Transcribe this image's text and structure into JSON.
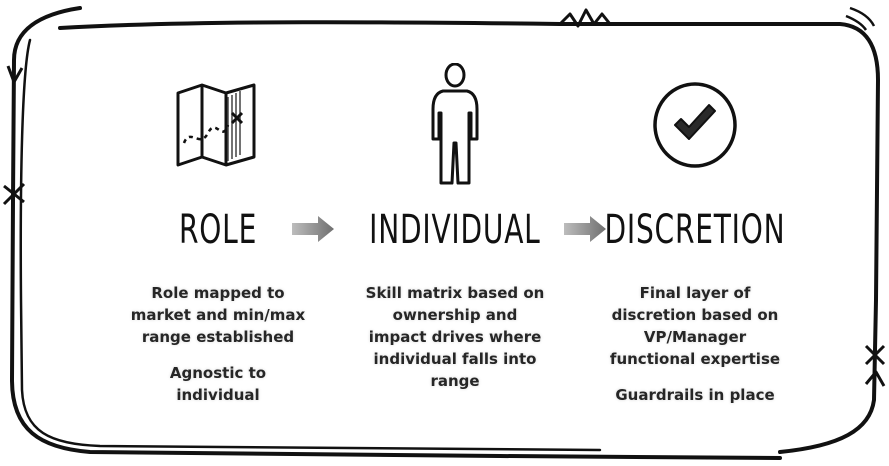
{
  "steps": [
    {
      "title": "ROLE",
      "icon": "map-icon",
      "lines": [
        "Role mapped to",
        "market and min/max",
        "range established"
      ],
      "note": [
        "Agnostic to",
        "individual"
      ]
    },
    {
      "title": "INDIVIDUAL",
      "icon": "person-icon",
      "lines": [
        "Skill matrix based on",
        "ownership and",
        "impact drives where",
        "individual falls into",
        "range"
      ],
      "note": []
    },
    {
      "title": "DISCRETION",
      "icon": "checkmark-circle-icon",
      "lines": [
        "Final layer of",
        "discretion based on",
        "VP/Manager",
        "functional expertise"
      ],
      "note": [
        "Guardrails in place"
      ]
    }
  ],
  "connectors": [
    "arrow-right-icon",
    "arrow-right-icon"
  ],
  "colors": {
    "ink": "#111111",
    "arrow": "#8a8a8a",
    "text": "#262626"
  }
}
